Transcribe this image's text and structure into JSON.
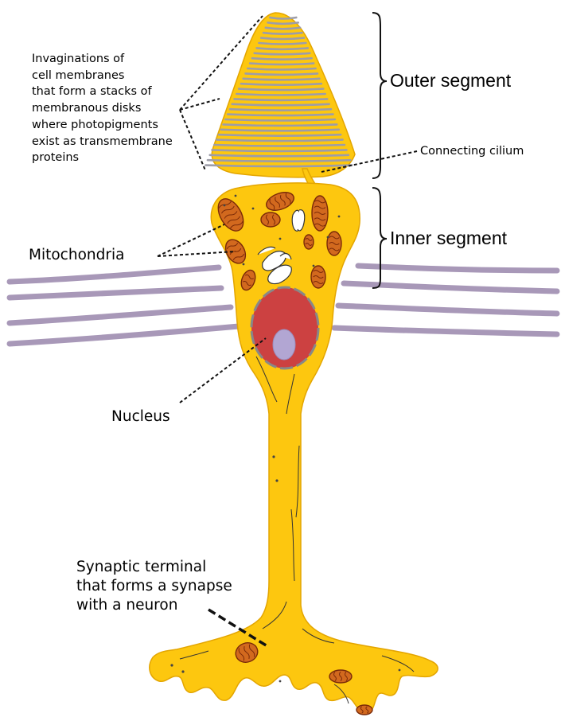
{
  "labels": {
    "invaginations": "Invaginations of\ncell membranes\nthat form a stacks of\nmembranous disks\nwhere photopigments\nexist as transmembrane\nproteins",
    "outer_segment": "Outer segment",
    "connecting_cilium": "Connecting cilium",
    "inner_segment": "Inner segment",
    "mitochondria": "Mitochondria",
    "nucleus": "Nucleus",
    "synaptic_terminal": "Synaptic terminal\nthat forms a synapse\nwith a neuron"
  },
  "colors": {
    "cell_body": "#fdc70f",
    "cell_outline": "#e3a500",
    "disk_stripes": "#9d9da8",
    "membrane_lines": "#a898b8",
    "mitochondria": "#d2691e",
    "mitochondria_dark": "#7a2a08",
    "nucleus": "#cc4141",
    "nucleolus": "#b2a6d3",
    "golgi": "#ffffff"
  }
}
